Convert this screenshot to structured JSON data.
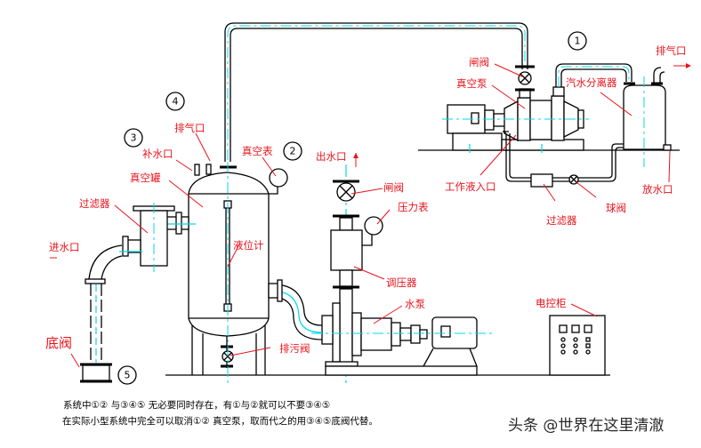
{
  "diagram": {
    "title": "真空引水系统示意图",
    "labels": {
      "gate_valve_top": "闸阀",
      "vacuum_pump": "真空泵",
      "steam_water_separator": "汽水分离器",
      "exhaust_port_right": "排气口",
      "working_fluid_inlet": "工作液入口",
      "drain_port": "放水口",
      "filter_right": "过滤器",
      "ball_valve": "球阀",
      "exhaust_port_tank": "排气口",
      "refill_port": "补水口",
      "vacuum_gauge": "真空表",
      "vacuum_tank": "真空罐",
      "filter_left": "过滤器",
      "water_inlet": "进水口",
      "level_gauge": "液位计",
      "bottom_valve": "底阀",
      "blowdown_valve": "排污阀",
      "water_outlet": "出水口",
      "gate_valve_outlet": "闸阀",
      "pressure_gauge": "压力表",
      "pressure_regulator": "调压器",
      "water_pump": "水泵",
      "control_cabinet": "电控柜"
    },
    "markers": {
      "m1": "1",
      "m2": "2",
      "m3": "3",
      "m4": "4",
      "m5": "5"
    },
    "notes": {
      "line1": "系统中①② 与③④⑤ 无必要同时存在，有①与②就可以不要③④⑤",
      "line2": "在实际小型系统中完全可以取消①② 真空泵，取而代之的用③④⑤底阀代替。"
    },
    "watermark": "头条 @世界在这里清澈",
    "colors": {
      "label": "#e8141c",
      "centerline": "#00d8e8",
      "line": "#000000"
    }
  }
}
